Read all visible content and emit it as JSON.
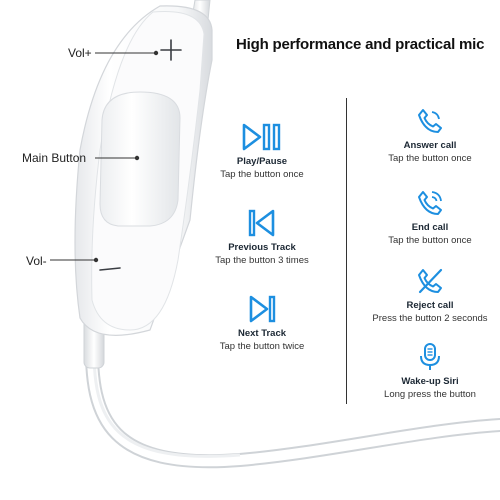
{
  "headline": "High performance and practical mic",
  "accent_color": "#1d8fe0",
  "remote_labels": {
    "vol_up": "Vol+",
    "main_button": "Main Button",
    "vol_down": "Vol-"
  },
  "media_controls": [
    {
      "icon": "play-pause-icon",
      "title": "Play/Pause",
      "description": "Tap the button once"
    },
    {
      "icon": "previous-track-icon",
      "title": "Previous Track",
      "description": "Tap the button 3 times"
    },
    {
      "icon": "next-track-icon",
      "title": "Next Track",
      "description": "Tap the button twice"
    }
  ],
  "call_controls": [
    {
      "icon": "answer-call-icon",
      "title": "Answer call",
      "description": "Tap the button once"
    },
    {
      "icon": "end-call-icon",
      "title": "End call",
      "description": "Tap the button once"
    },
    {
      "icon": "reject-call-icon",
      "title": "Reject call",
      "description": "Press the button 2 seconds"
    },
    {
      "icon": "microphone-icon",
      "title": "Wake-up Siri",
      "description": "Long press the button"
    }
  ]
}
